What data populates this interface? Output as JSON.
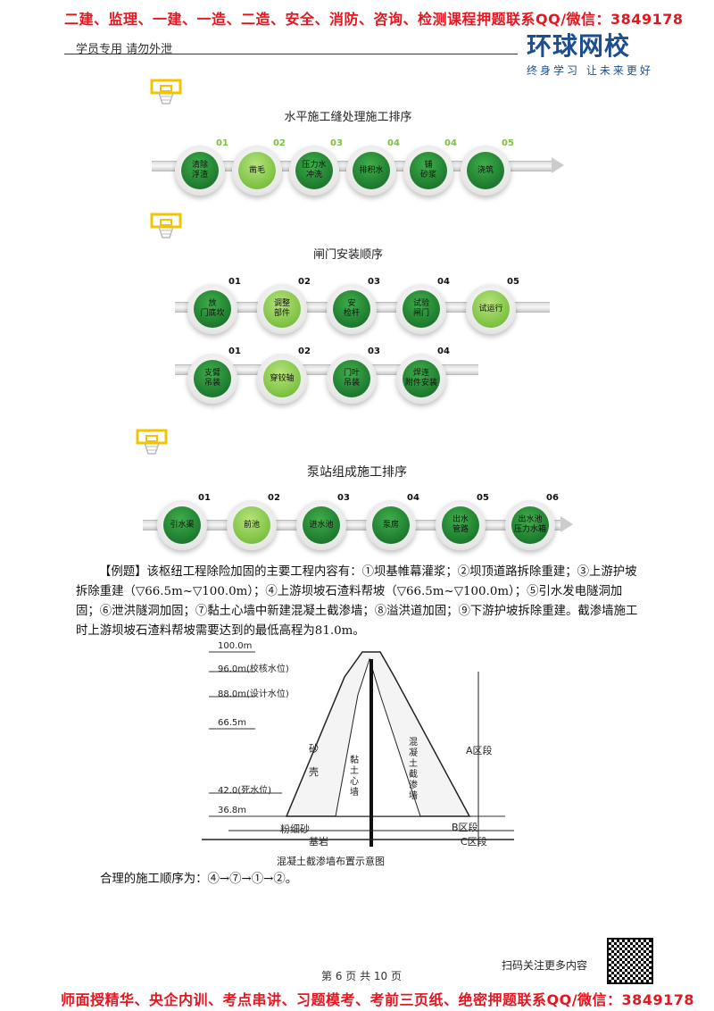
{
  "banner_top": "二建、监理、一建、一造、二造、安全、消防、咨询、检测课程押题联系QQ/微信：3849178",
  "header": {
    "note": "学员专用 请勿外泄",
    "logo_main": "环球网校",
    "logo_sub": "终身学习 让未来更好"
  },
  "section1": {
    "title": "水平施工缝处理施工排序",
    "nodes": [
      {
        "label": "清除\n浮渣",
        "num": "01",
        "style": "dark"
      },
      {
        "label": "凿毛",
        "num": "02",
        "style": "light"
      },
      {
        "label": "压力水\n冲洗",
        "num": "03",
        "style": "dark"
      },
      {
        "label": "排积水",
        "num": "04",
        "style": "dark"
      },
      {
        "label": "铺\n砂浆",
        "num": "04",
        "style": "dark"
      },
      {
        "label": "浇筑",
        "num": "05",
        "style": "dark"
      }
    ]
  },
  "section2": {
    "title": "闸门安装顺序",
    "row1": [
      {
        "label": "放\n门底坎",
        "num": "01",
        "style": "dark"
      },
      {
        "label": "调整\n部件",
        "num": "02",
        "style": "light"
      },
      {
        "label": "安\n检杆",
        "num": "03",
        "style": "dark"
      },
      {
        "label": "试验\n闸门",
        "num": "04",
        "style": "dark"
      },
      {
        "label": "试运行",
        "num": "05",
        "style": "light"
      }
    ],
    "row2": [
      {
        "label": "支臂\n吊装",
        "num": "01",
        "style": "dark"
      },
      {
        "label": "穿铰轴",
        "num": "02",
        "style": "light"
      },
      {
        "label": "门叶\n吊装",
        "num": "03",
        "style": "dark"
      },
      {
        "label": "焊连\n附件安装",
        "num": "04",
        "style": "dark"
      }
    ]
  },
  "section3": {
    "title": "泵站组成施工排序",
    "nodes": [
      {
        "label": "引水渠",
        "num": "01",
        "style": "dark"
      },
      {
        "label": "前池",
        "num": "02",
        "style": "light"
      },
      {
        "label": "进水池",
        "num": "03",
        "style": "dark"
      },
      {
        "label": "泵房",
        "num": "04",
        "style": "dark"
      },
      {
        "label": "出水\n管路",
        "num": "05",
        "style": "dark"
      },
      {
        "label": "出水池\n压力水箱",
        "num": "06",
        "style": "dark"
      }
    ]
  },
  "example": {
    "paragraph": "【例题】该枢纽工程除险加固的主要工程内容有：①坝基帷幕灌浆；②坝顶道路拆除重建；③上游护坡拆除重建（▽66.5m~▽100.0m）；④上游坝坡石渣料帮坡（▽66.5m~▽100.0m）；⑤引水发电隧洞加固；⑥泄洪隧洞加固；⑦黏土心墙中新建混凝土截渗墙；⑧溢洪道加固；⑨下游护坡拆除重建。截渗墙施工时上游坝坡石渣料帮坡需要达到的最低高程为81.0m。",
    "answer": "合理的施工顺序为：④→⑦→①→②。"
  },
  "diagram": {
    "levels": [
      "100.0m",
      "96.0m(校核水位)",
      "88.0m(设计水位)",
      "66.5m",
      "42.0(死水位)",
      "36.8m"
    ],
    "shell": "砂\n壳",
    "core": "黏\n土\n心\n墙",
    "wall": "混\n凝\n土\n截\n渗\n墙",
    "zone_a": "A区段",
    "zone_b": "B区段",
    "zone_c": "C区段",
    "sand": "粉细砂",
    "bedrock": "基岩",
    "caption": "混凝土截渗墙布置示意图"
  },
  "footer": {
    "qr_text": "扫码关注更多内容",
    "page": "第 6 页 共 10 页",
    "banner": "师面授精华、央企内训、考点串讲、习题模考、考前三页纸、绝密押题联系QQ/微信：3849178"
  },
  "colors": {
    "dark_green": "#1d7a2e",
    "light_green": "#7cc242",
    "banner_red": "#e8141e",
    "logo_blue": "#1d4e8f"
  }
}
